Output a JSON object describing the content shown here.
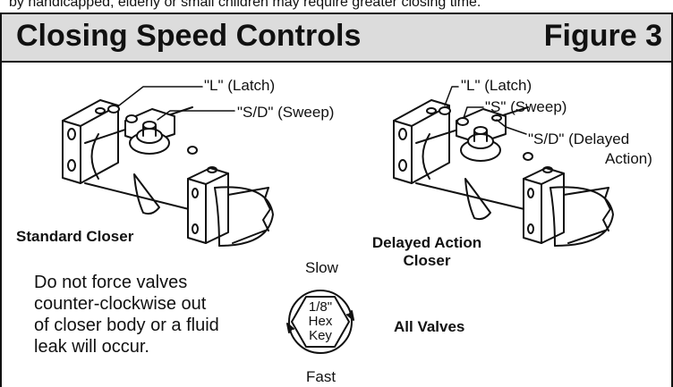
{
  "top_text": "by handicapped, elderly or small children may require greater closing time.",
  "header": {
    "title": "Closing Speed Controls",
    "figure": "Figure 3"
  },
  "labels": {
    "standard": {
      "latch": "\"L\" (Latch)",
      "sweep": "\"S/D\" (Sweep)",
      "caption": "Standard Closer"
    },
    "delayed": {
      "latch": "\"L\" (Latch)",
      "sweep": "\"S\" (Sweep)",
      "sd_line1": "\"S/D\" (Delayed",
      "sd_line2": "Action)",
      "caption_line1": "Delayed Action",
      "caption_line2": "Closer"
    }
  },
  "hex": {
    "slow": "Slow",
    "line1": "1/8\"",
    "line2": "Hex",
    "line3": "Key",
    "all_valves": "All Valves",
    "fast": "Fast"
  },
  "note": [
    "Do not force valves",
    "counter-clockwise out",
    "of closer body or a fluid",
    "leak will occur."
  ]
}
